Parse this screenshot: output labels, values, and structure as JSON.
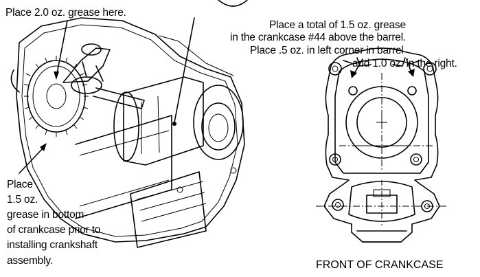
{
  "labels": {
    "grease_gear": "Place 2.0 oz. grease here.",
    "crankcase_line1": "Place a total of 1.5 oz. grease",
    "crankcase_line2": "in the crankcase #44 above the barrel.",
    "crankcase_line3": "Place .5 oz. in left corner in barrel",
    "crankcase_line4": "and 1.0 oz. in the right.",
    "bottom_line1": "Place",
    "bottom_line2": "1.5 oz.",
    "bottom_line3": "grease in bottom",
    "bottom_line4": "of crankcase prior to",
    "bottom_line5": "installing crankshaft",
    "bottom_line6": "assembly.",
    "front_caption": "FRONT OF CRANKCASE"
  },
  "colors": {
    "ink": "#000000",
    "background": "#ffffff"
  }
}
